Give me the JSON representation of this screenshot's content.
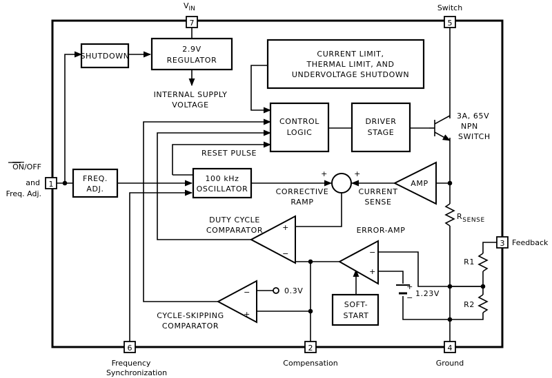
{
  "blocks": {
    "shutdown": "SHUTDOWN",
    "regulator": [
      "2.9V",
      "REGULATOR"
    ],
    "internal_supply": [
      "INTERNAL SUPPLY",
      "VOLTAGE"
    ],
    "protection": [
      "CURRENT LIMIT,",
      "THERMAL LIMIT, AND",
      "UNDERVOLTAGE SHUTDOWN"
    ],
    "control_logic": [
      "CONTROL",
      "LOGIC"
    ],
    "driver_stage": [
      "DRIVER",
      "STAGE"
    ],
    "npn_switch": [
      "3A, 65V",
      "NPN",
      "SWITCH"
    ],
    "reset_pulse": "RESET PULSE",
    "freq_adj": [
      "FREQ.",
      "ADJ."
    ],
    "oscillator": [
      "100 kHz",
      "OSCILLATOR"
    ],
    "corrective_ramp": [
      "CORRECTIVE",
      "RAMP"
    ],
    "current_sense": [
      "CURRENT",
      "SENSE"
    ],
    "amp": "AMP",
    "rsense": {
      "main": "R",
      "sub": "SENSE"
    },
    "duty_cycle": [
      "DUTY CYCLE",
      "COMPARATOR"
    ],
    "error_amp": "ERROR-AMP",
    "r1": "R1",
    "r2": "R2",
    "vref": "1.23V",
    "threshold": "0.3V",
    "soft_start": [
      "SOFT-",
      "START"
    ],
    "cycle_skip": [
      "CYCLE-SKIPPING",
      "COMPARATOR"
    ]
  },
  "pins": {
    "vin": {
      "num": "7",
      "main": "V",
      "sub": "IN"
    },
    "switch": {
      "num": "5",
      "label": "Switch"
    },
    "on_off": {
      "num": "1",
      "label_over": "ON",
      "label_rest": "/OFF",
      "line2": "and",
      "line3": "Freq. Adj."
    },
    "feedback": {
      "num": "3",
      "label": "Feedback"
    },
    "sync": {
      "num": "6",
      "line1": "Frequency",
      "line2": "Synchronization"
    },
    "compensation": {
      "num": "2",
      "label": "Compensation"
    },
    "ground": {
      "num": "4",
      "label": "Ground"
    }
  },
  "signs": {
    "plus": "+",
    "minus": "−"
  }
}
